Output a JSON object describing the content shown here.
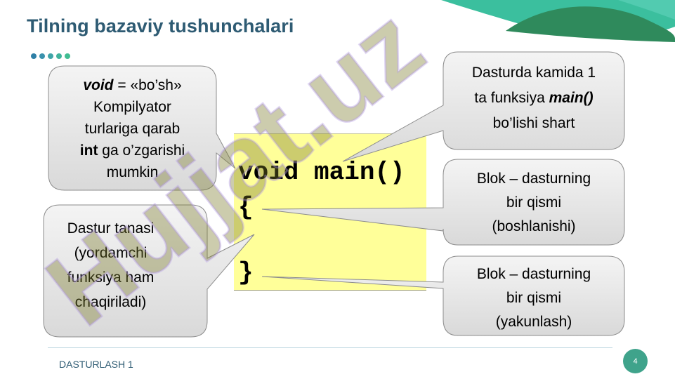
{
  "slide": {
    "title": "Tilning bazaviy tushunchalari",
    "footer": "DASTURLASH 1",
    "page_number": "4",
    "watermark": "Hujjat.uz",
    "colors": {
      "title": "#2e5b73",
      "accent_teal": "#3bbf9e",
      "accent_green": "#2f8a5c",
      "code_bg": "#ffff99",
      "callout_bg": "#e6e6e6",
      "badge": "#3fa38b"
    }
  },
  "code": {
    "line1": "void main()",
    "line2": "{",
    "line3": "}"
  },
  "callouts": {
    "void": {
      "keyword": "void",
      "rest1": " = «bo’sh»",
      "line2": "Kompilyator",
      "line3": "turlariga qarab",
      "int_word": "int",
      "rest4": " ga o’zgarishi",
      "line5": "mumkin"
    },
    "body": {
      "line1": "Dastur tanasi",
      "line2": "(yordamchi",
      "line3": "funksiya ham",
      "line4": "chaqiriladi)"
    },
    "main": {
      "line1": "Dasturda kamida 1",
      "line2a": "ta funksiya ",
      "main_word": "main()",
      "line3": "bo’lishi shart"
    },
    "block_start": {
      "line1": "Blok – dasturning",
      "line2": "bir qismi",
      "line3": "(boshlanishi)"
    },
    "block_end": {
      "line1": "Blok – dasturning",
      "line2": "bir qismi",
      "line3": "(yakunlash)"
    }
  }
}
